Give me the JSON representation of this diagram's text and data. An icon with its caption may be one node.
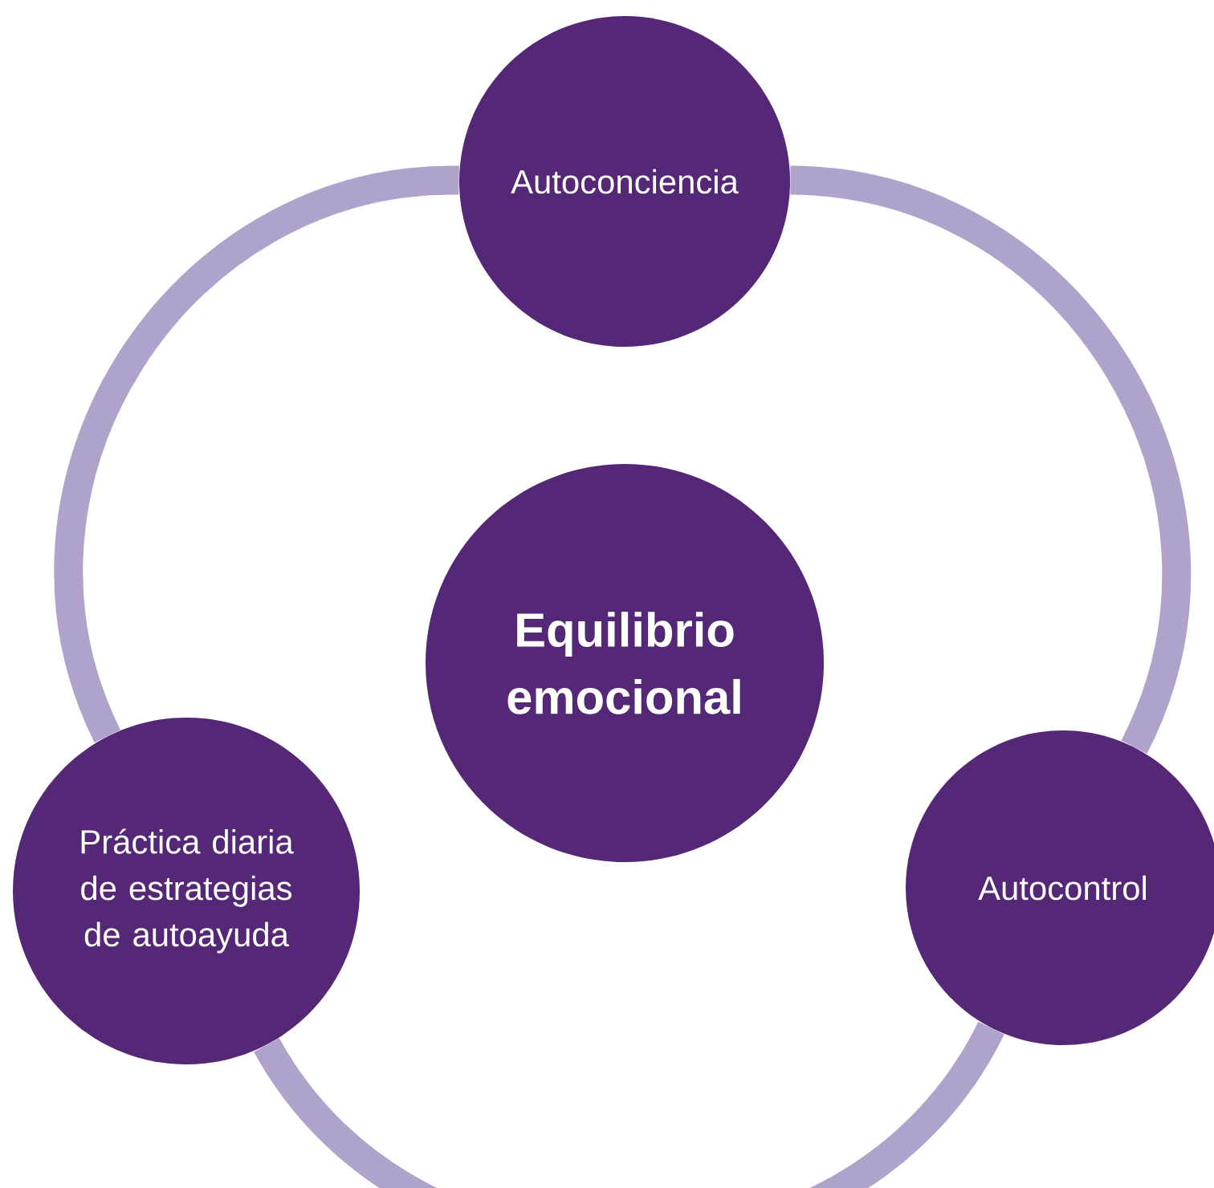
{
  "diagram": {
    "nodes": [
      {
        "text": [
          "Autoconciencia"
        ]
      },
      {
        "text": [
          "Equilibrio emocional"
        ]
      },
      {
        "text": [
          "Práctica diaria de estrategias de autoayuda"
        ]
      },
      {
        "text": [
          "Autocontrol"
        ]
      }
    ],
    "edges": [
      {
        "from": 0,
        "to": 3,
        "arrow": "none"
      },
      {
        "from": 3,
        "to": 2,
        "arrow": "none"
      },
      {
        "from": 2,
        "to": 0,
        "arrow": "none"
      }
    ]
  }
}
